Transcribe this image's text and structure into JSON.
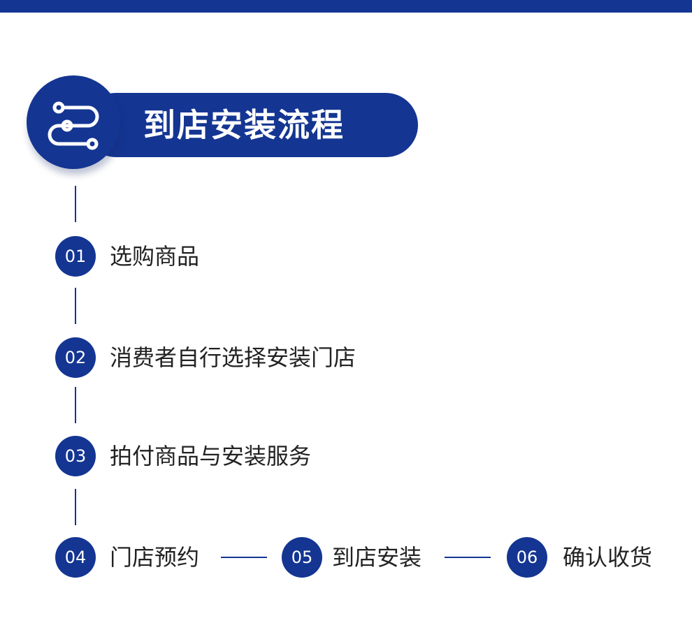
{
  "header": {
    "title": "到店安装流程",
    "icon": "route-icon",
    "color": "#143592"
  },
  "steps": [
    {
      "number": "01",
      "label": "选购商品"
    },
    {
      "number": "02",
      "label": "消费者自行选择安装门店"
    },
    {
      "number": "03",
      "label": "拍付商品与安装服务"
    },
    {
      "number": "04",
      "label": "门店预约"
    },
    {
      "number": "05",
      "label": "到店安装"
    },
    {
      "number": "06",
      "label": "确认收货"
    }
  ]
}
